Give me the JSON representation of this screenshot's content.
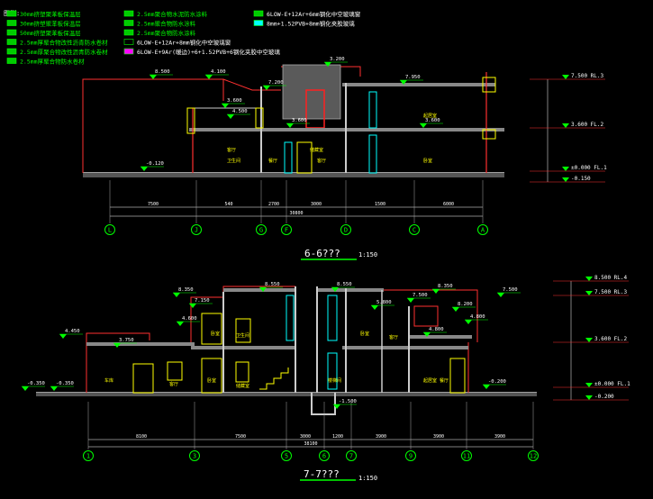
{
  "legend": {
    "heading": "图例:",
    "items": [
      {
        "text": "30mm挤塑聚苯板保温层",
        "color": "#00ff00",
        "swatch": "#00cc00"
      },
      {
        "text": "30mm挤塑聚苯板保温层",
        "color": "#00ff00",
        "swatch": "#00cc00"
      },
      {
        "text": "50mm挤塑聚苯板保温层",
        "color": "#00ff00",
        "swatch": "#00cc00"
      },
      {
        "text": "2.5mm厚聚合物改性沥青防水卷材",
        "color": "#00ff00",
        "swatch": "#00cc00"
      },
      {
        "text": "2.5mm厚聚合物改性沥青防水卷材",
        "color": "#00ff00",
        "swatch": "#00cc00"
      },
      {
        "text": "2.5mm厚聚合物防水卷材",
        "color": "#00ff00",
        "swatch": "#00cc00"
      },
      {
        "text": "2.5mm聚合物水泥防水涂料",
        "color": "#00ff00",
        "swatch": "#00cc00"
      },
      {
        "text": "2.5mm聚合物防水涂料",
        "color": "#00ff00",
        "swatch": "#00cc00"
      },
      {
        "text": "2.5mm聚合物防水涂料",
        "color": "#00ff00",
        "swatch": "#00cc00"
      },
      {
        "text": "6LOW-E+12Ar+8mm钢化中空玻璃窗",
        "color": "#ffffff",
        "swatch": "#000000"
      },
      {
        "text": "6LOW-E+9Ar(暖边)+6+1.52PVB+6钢化夹胶中空玻璃",
        "color": "#ffffff",
        "swatch": "#ff00ff"
      },
      {
        "text": "6LOW-E+12Ar+6mm钢化中空玻璃窗",
        "color": "#ffffff",
        "swatch": "#00cc00"
      },
      {
        "text": "8mm+1.52PVB+8mm钢化夹胶玻璃",
        "color": "#ffffff",
        "swatch": "#00ffff"
      }
    ]
  },
  "section_6": {
    "title": "6-6???",
    "scale": "1:150",
    "axes": [
      "L",
      "J",
      "G",
      "F",
      "D",
      "C",
      "A"
    ],
    "dims": [
      "7500",
      "540",
      "2700",
      "3000",
      "1500",
      "6000"
    ],
    "total_dim": "30800",
    "levels_right": [
      "7.500 RL.3",
      "3.600 FL.2",
      "±0.000 FL.1",
      "-0.150"
    ],
    "elev_marks": [
      "8.500",
      "4.100",
      "3.600",
      "7.950",
      "3.200",
      "7.200",
      "3.600",
      "3.600",
      "4.500",
      "-0.120"
    ],
    "rooms": [
      "卫生间",
      "餐厅",
      "客厅",
      "起居室",
      "卧室",
      "客厅",
      "储藏室"
    ]
  },
  "section_7": {
    "title": "7-7???",
    "scale": "1:150",
    "axes": [
      "1",
      "3",
      "5",
      "6",
      "7",
      "9",
      "11",
      "12"
    ],
    "dims": [
      "8100",
      "7500",
      "3000",
      "1200",
      "3900",
      "3900",
      "3900",
      "2400"
    ],
    "total_dim": "38100",
    "levels_right": [
      "8.500 RL.4",
      "7.500 RL.3",
      "3.600 FL.2",
      "±0.000 FL.1",
      "-0.200"
    ],
    "elev_marks": [
      "8.350",
      "7.150",
      "4.600",
      "4.450",
      "3.750",
      "8.550",
      "8.550",
      "8.350",
      "7.500",
      "8.200",
      "4.800",
      "4.800",
      "7.500",
      "5.800",
      "-0.350",
      "-0.350",
      "-1.500",
      "-0.200"
    ],
    "rooms": [
      "车库",
      "客厅",
      "卧室",
      "卫生间",
      "储藏室",
      "卧室",
      "楼梯间",
      "卧室",
      "起居室",
      "客厅",
      "餐厅"
    ]
  }
}
